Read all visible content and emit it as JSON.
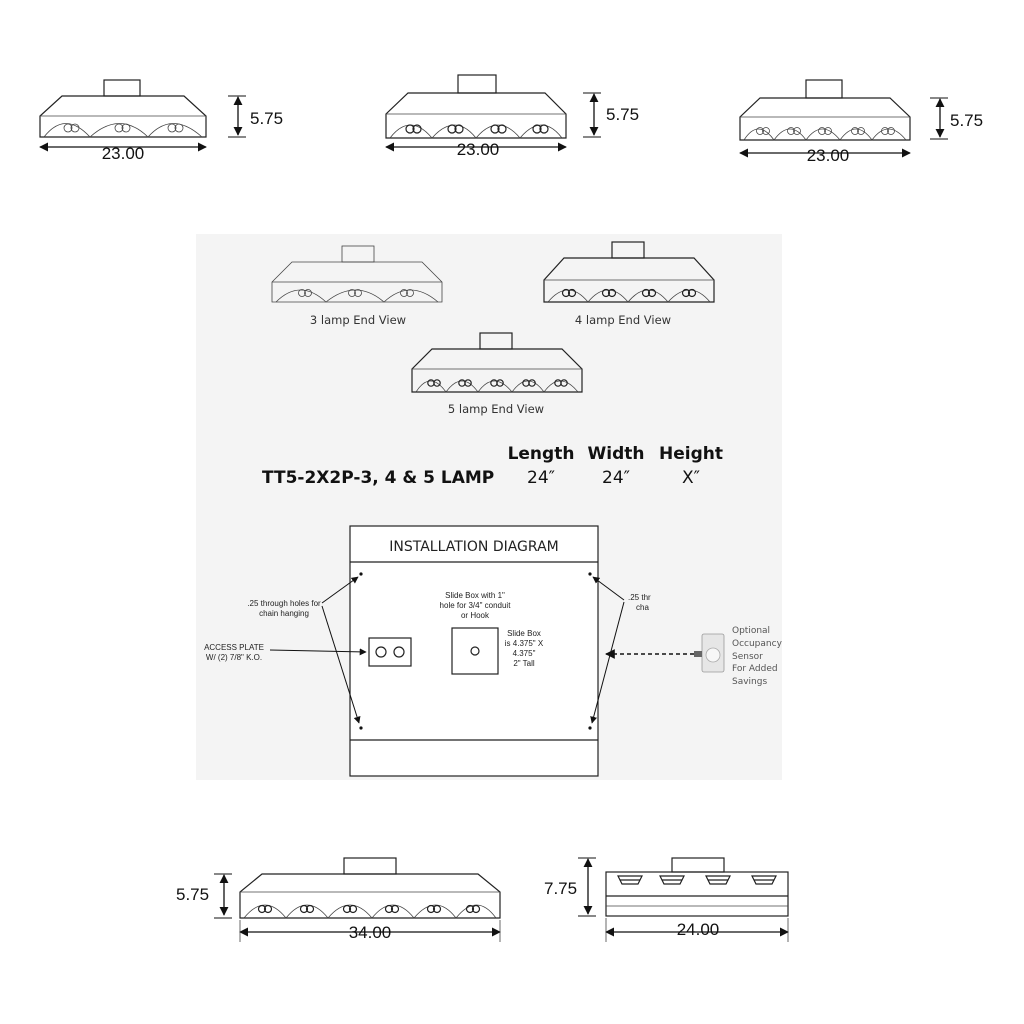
{
  "top_views": {
    "three_lamp": {
      "width": "23.00",
      "height": "5.75"
    },
    "four_lamp": {
      "width": "23.00",
      "height": "5.75"
    },
    "five_lamp": {
      "width": "23.00",
      "height": "5.75"
    }
  },
  "end_views": {
    "three_lamp_caption": "3 lamp End View",
    "four_lamp_caption": "4 lamp End View",
    "five_lamp_caption": "5 lamp End View"
  },
  "spec": {
    "model": "TT5-2X2P-3, 4 & 5 LAMP",
    "headers": [
      "Length",
      "Width",
      "Height"
    ],
    "values": [
      "24″",
      "24″",
      "X″"
    ]
  },
  "installation": {
    "title": "INSTALLATION DIAGRAM",
    "holes_note_left": [
      ".25 through holes for",
      "chain hanging"
    ],
    "holes_note_right": [
      ".25 thr",
      "cha"
    ],
    "access_plate_note": [
      "ACCESS PLATE",
      "W/ (2) 7/8\" K.O."
    ],
    "slide_box_hole_note": [
      "Slide Box with 1\"",
      "hole for 3/4\" conduit",
      "or Hook"
    ],
    "slide_box_size_note": [
      "Slide Box",
      "is 4.375\" X",
      "4.375\"",
      "2\" Tall"
    ],
    "sensor_note": [
      "Optional",
      "Occupancy",
      "Sensor",
      "For Added",
      "Savings"
    ]
  },
  "bottom_views": {
    "six_lamp": {
      "width": "34.00",
      "height": "5.75"
    },
    "side_view": {
      "width": "24.00",
      "height": "7.75"
    }
  }
}
